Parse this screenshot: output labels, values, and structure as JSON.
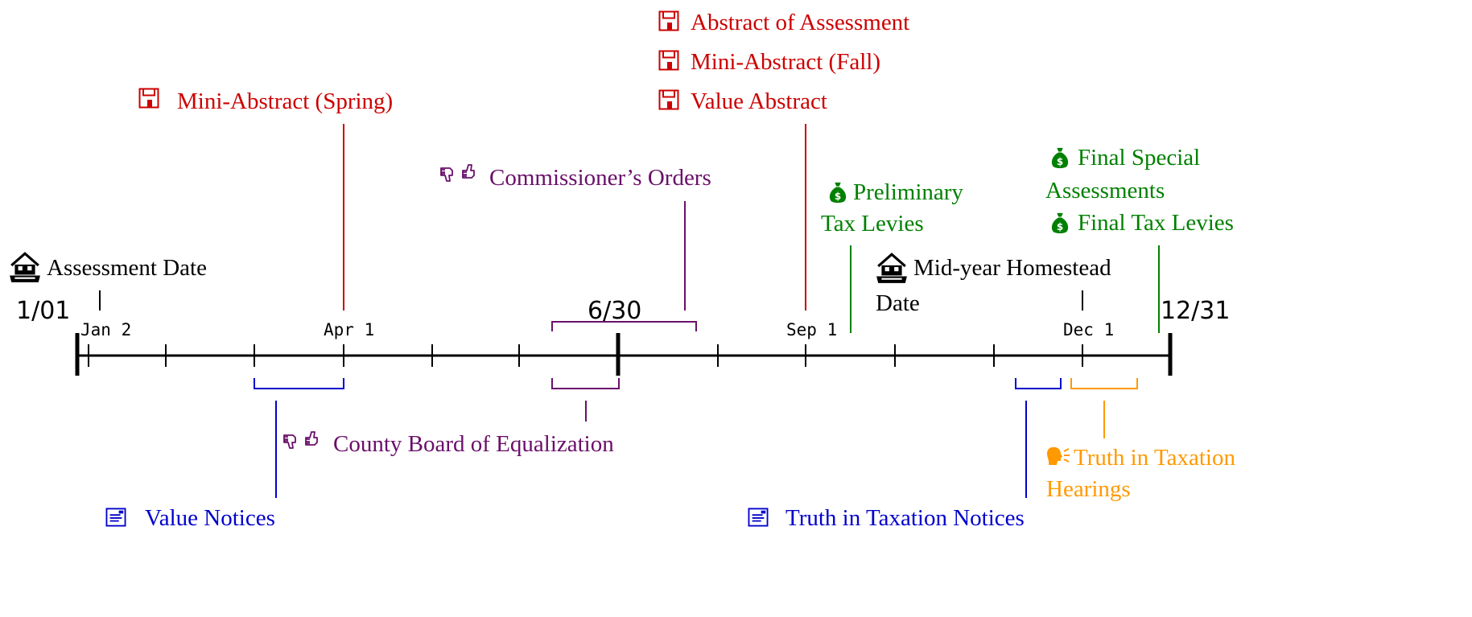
{
  "colors": {
    "axis": "#000000",
    "red": "#cc0000",
    "purple": "#6a0f6a",
    "green": "#008000",
    "blue": "#0000cc",
    "orange": "#ff9900"
  },
  "icons": {
    "house": "house-icon",
    "floppy": "floppy-disk-icon",
    "thumbs": "thumbs-down-up-icon",
    "money": "money-bag-icon",
    "notice": "notice-document-icon",
    "speaker": "speaking-head-icon"
  },
  "axis": {
    "start_label": "1/01",
    "mid_label": "6/30",
    "end_label": "12/31",
    "tick_labels": [
      "Jan 2",
      "Apr 1",
      "Sep 1",
      "Dec 1"
    ]
  },
  "events": {
    "assessment_date": "Assessment Date",
    "mini_abstract_spring": "Mini-Abstract (Spring)",
    "commissioners_orders": "Commissioner’s Orders",
    "abstract_of_assessment": "Abstract of Assessment",
    "mini_abstract_fall": "Mini-Abstract (Fall)",
    "value_abstract": "Value Abstract",
    "preliminary_tax_levies_line1": "Preliminary",
    "preliminary_tax_levies_line2": "Tax Levies",
    "midyear_homestead_line1": "Mid-year Homestead",
    "midyear_homestead_line2": "Date",
    "final_special_line1": "Final Special",
    "final_special_line2": "Assessments",
    "final_tax_levies": "Final Tax Levies",
    "county_board": "County Board of Equalization",
    "value_notices": "Value Notices",
    "truth_notices": "Truth in Taxation Notices",
    "truth_hearings_line1": "Truth in Taxation",
    "truth_hearings_line2": "Hearings"
  }
}
